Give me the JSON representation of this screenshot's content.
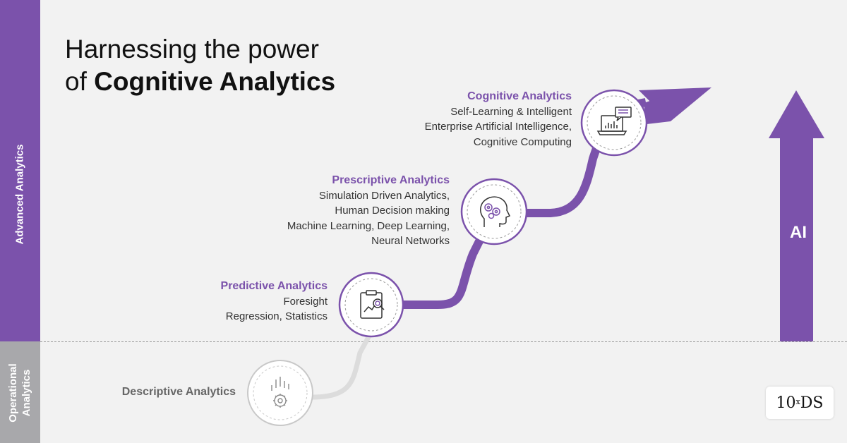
{
  "title": {
    "line1": "Harnessing the power",
    "line2_prefix": "of ",
    "line2_bold": "Cognitive Analytics"
  },
  "sidebar": {
    "advanced_label": "Advanced Analytics",
    "operational_label_1": "Operational",
    "operational_label_2": "Analytics"
  },
  "stages": {
    "descriptive": {
      "title": "Descriptive Analytics",
      "icon": "gear-chart-icon"
    },
    "predictive": {
      "title": "Predictive Analytics",
      "lines": [
        "Foresight",
        "Regression, Statistics"
      ],
      "icon": "clipboard-search-icon"
    },
    "prescriptive": {
      "title": "Prescriptive Analytics",
      "lines": [
        "Simulation Driven Analytics,",
        "Human Decision making",
        "Machine Learning, Deep Learning,",
        "Neural Networks"
      ],
      "icon": "head-gears-icon"
    },
    "cognitive": {
      "title": "Cognitive Analytics",
      "lines": [
        "Self-Learning & Intelligent",
        "Enterprise Artificial Intelligence,",
        "Cognitive Computing"
      ],
      "icon": "laptop-chat-icon"
    }
  },
  "ai_arrow": {
    "label": "AI"
  },
  "logo": {
    "main": "10",
    "sup": "x",
    "suffix": "DS"
  },
  "colors": {
    "purple": "#7b52ab",
    "gray": "#a8a8ab",
    "background": "#f2f2f2"
  }
}
